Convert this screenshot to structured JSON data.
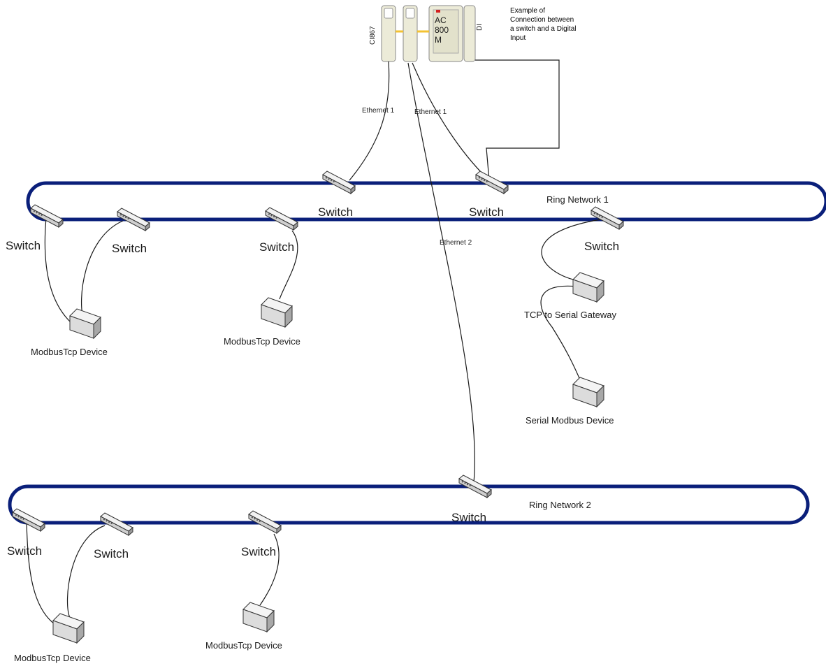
{
  "colors": {
    "ring": "#0a1f7a",
    "cable": "#1a1a1a",
    "link": "#f3c232",
    "switch_fill": "#d6d6d6",
    "device_fill": "#e2e2e2",
    "rack": "#ecebd8"
  },
  "controller": {
    "module_label": "CI867",
    "cpu_label": "AC 800 M",
    "di_label": "DI",
    "note": [
      "Example of",
      "Connection between",
      "a switch and a Digital",
      "Input"
    ]
  },
  "ethernet_labels": {
    "eth1_left": "Ethernet 1",
    "eth1_right": "Ethernet 1",
    "eth2": "Ethernet 2"
  },
  "ring1": {
    "label": "Ring Network 1",
    "switch_label": "Switch",
    "tcp_gateway": "TCP to Serial Gateway",
    "serial_device": "Serial Modbus Device",
    "modbus_device": "ModbusTcp Device"
  },
  "ring2": {
    "label": "Ring Network 2",
    "switch_label": "Switch",
    "modbus_device": "ModbusTcp Device"
  }
}
